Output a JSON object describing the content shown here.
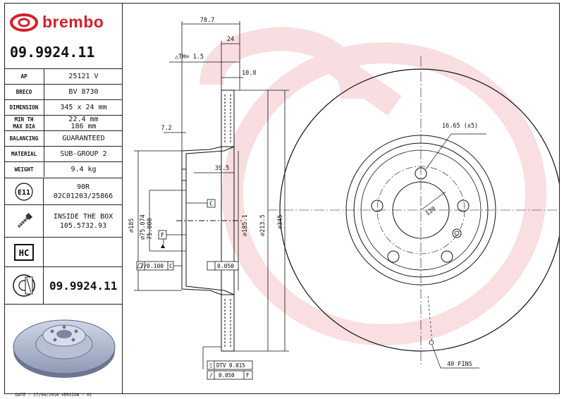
{
  "brand": {
    "name": "brembo",
    "logo_color": "#d51e2b"
  },
  "part_number": "09.9924.11",
  "specs": [
    {
      "key": "AP",
      "value": "25121 V"
    },
    {
      "key": "BRECO",
      "value": "BV 8730"
    },
    {
      "key": "DIMENSION",
      "value": "345 x 24 mm"
    }
  ],
  "min_max": {
    "key_min": "MIN TH",
    "key_max": "MAX DIA",
    "min_value": "22.4 mm",
    "max_value": "186 mm"
  },
  "specs2": [
    {
      "key": "BALANCING",
      "value": "GUARANTEED"
    },
    {
      "key": "MATERIAL",
      "value": "SUB-GROUP 2"
    },
    {
      "key": "WEIGHT",
      "value": "9.4 kg"
    }
  ],
  "approval": {
    "mark": "E11",
    "line1": "90R",
    "line2": "02C01203/25866"
  },
  "inside_box": {
    "line1": "INSIDE THE BOX",
    "line2": "105.5732.93"
  },
  "hc_label": "HC",
  "bottom_part_number": "09.9924.11",
  "footer": "DATE : 27/04/2016 VERSION : 01",
  "drawing": {
    "dim_total_width": "78.7",
    "dim_thickness": "24",
    "delta_th": "△TH= 1.5",
    "dim_10_8": "10.8",
    "dim_7_2": "7.2",
    "dim_39_5": "39.5",
    "dia_185": "185",
    "dia_75_074": "75.074",
    "dia_75_000": "75.000",
    "dia_185_1": "185.1",
    "dia_213_5": "213.5",
    "dia_345": "345",
    "datum_c": "C",
    "datum_f": "F",
    "tol_flat": "0.100",
    "tol_flat_ref": "C",
    "tol_par": "0.050",
    "dtv": "DTV 0.015",
    "runout": "0.050",
    "runout_ref": "F",
    "bolt_holes": "16.65 (x5)",
    "pcd": "120",
    "fins": "40 FINS"
  }
}
